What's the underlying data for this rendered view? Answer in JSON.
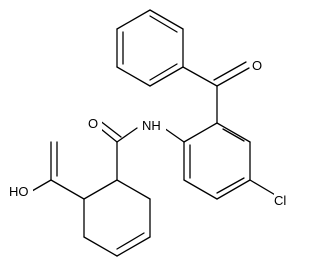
{
  "structure": {
    "labels": {
      "carbonyl_oxygen_top": "O",
      "nitrogen": "NH",
      "amide_oxygen": "O",
      "acid_oxygen": "HO",
      "chlorine": "Cl"
    }
  },
  "colors": {
    "bond": "#000000",
    "background": "#ffffff"
  }
}
